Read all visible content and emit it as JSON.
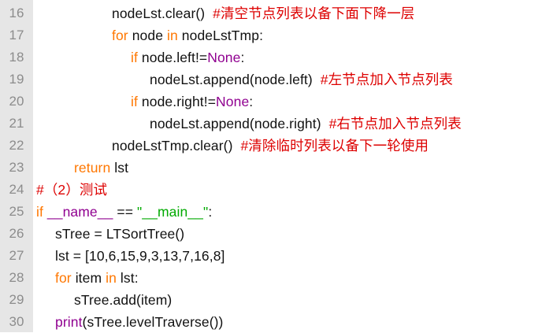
{
  "editor": {
    "colors": {
      "keyword": "#ff7700",
      "builtin": "#900090",
      "string": "#00aa00",
      "comment": "#dd0000",
      "text": "#111111",
      "gutter_bg": "#e6e6e6",
      "line_number": "#8c8c8c"
    },
    "lines": [
      {
        "num": "16",
        "indent": 4,
        "tokens": [
          {
            "t": "nodeLst.clear()  ",
            "c": "nm"
          },
          {
            "t": "#清空节点列表以备下面下降一层",
            "c": "cm"
          }
        ]
      },
      {
        "num": "17",
        "indent": 4,
        "tokens": [
          {
            "t": "for",
            "c": "kw"
          },
          {
            "t": " node ",
            "c": "nm"
          },
          {
            "t": "in",
            "c": "kw"
          },
          {
            "t": " nodeLstTmp:",
            "c": "nm"
          }
        ]
      },
      {
        "num": "18",
        "indent": 5,
        "tokens": [
          {
            "t": "if",
            "c": "kw"
          },
          {
            "t": " node.left!=",
            "c": "nm"
          },
          {
            "t": "None",
            "c": "bi"
          },
          {
            "t": ":",
            "c": "nm"
          }
        ]
      },
      {
        "num": "19",
        "indent": 6,
        "tokens": [
          {
            "t": "nodeLst.append(node.left)  ",
            "c": "nm"
          },
          {
            "t": "#左节点加入节点列表",
            "c": "cm"
          }
        ]
      },
      {
        "num": "20",
        "indent": 5,
        "tokens": [
          {
            "t": "if",
            "c": "kw"
          },
          {
            "t": " node.right!=",
            "c": "nm"
          },
          {
            "t": "None",
            "c": "bi"
          },
          {
            "t": ":",
            "c": "nm"
          }
        ]
      },
      {
        "num": "21",
        "indent": 6,
        "tokens": [
          {
            "t": "nodeLst.append(node.right)  ",
            "c": "nm"
          },
          {
            "t": "#右节点加入节点列表",
            "c": "cm"
          }
        ]
      },
      {
        "num": "22",
        "indent": 4,
        "tokens": [
          {
            "t": "nodeLstTmp.clear()  ",
            "c": "nm"
          },
          {
            "t": "#清除临时列表以备下一轮使用",
            "c": "cm"
          }
        ]
      },
      {
        "num": "23",
        "indent": 2,
        "tokens": [
          {
            "t": "return",
            "c": "kw"
          },
          {
            "t": " lst",
            "c": "nm"
          }
        ]
      },
      {
        "num": "24",
        "indent": 0,
        "tokens": [
          {
            "t": "#（2）测试",
            "c": "cm"
          }
        ]
      },
      {
        "num": "25",
        "indent": 0,
        "tokens": [
          {
            "t": "if",
            "c": "kw"
          },
          {
            "t": " ",
            "c": "nm"
          },
          {
            "t": "__name__",
            "c": "bi"
          },
          {
            "t": " == ",
            "c": "nm"
          },
          {
            "t": "\"__main__\"",
            "c": "str"
          },
          {
            "t": ":",
            "c": "nm"
          }
        ]
      },
      {
        "num": "26",
        "indent": 1,
        "tokens": [
          {
            "t": "sTree = LTSortTree()",
            "c": "nm"
          }
        ]
      },
      {
        "num": "27",
        "indent": 1,
        "tokens": [
          {
            "t": "lst = [10,6,15,9,3,13,7,16,8]",
            "c": "nm"
          }
        ]
      },
      {
        "num": "28",
        "indent": 1,
        "tokens": [
          {
            "t": "for",
            "c": "kw"
          },
          {
            "t": " item ",
            "c": "nm"
          },
          {
            "t": "in",
            "c": "kw"
          },
          {
            "t": " lst:",
            "c": "nm"
          }
        ]
      },
      {
        "num": "29",
        "indent": 2,
        "tokens": [
          {
            "t": "sTree.add(item)",
            "c": "nm"
          }
        ]
      },
      {
        "num": "30",
        "indent": 1,
        "tokens": [
          {
            "t": "print",
            "c": "bi"
          },
          {
            "t": "(sTree.levelTraverse())",
            "c": "nm"
          }
        ]
      }
    ]
  }
}
